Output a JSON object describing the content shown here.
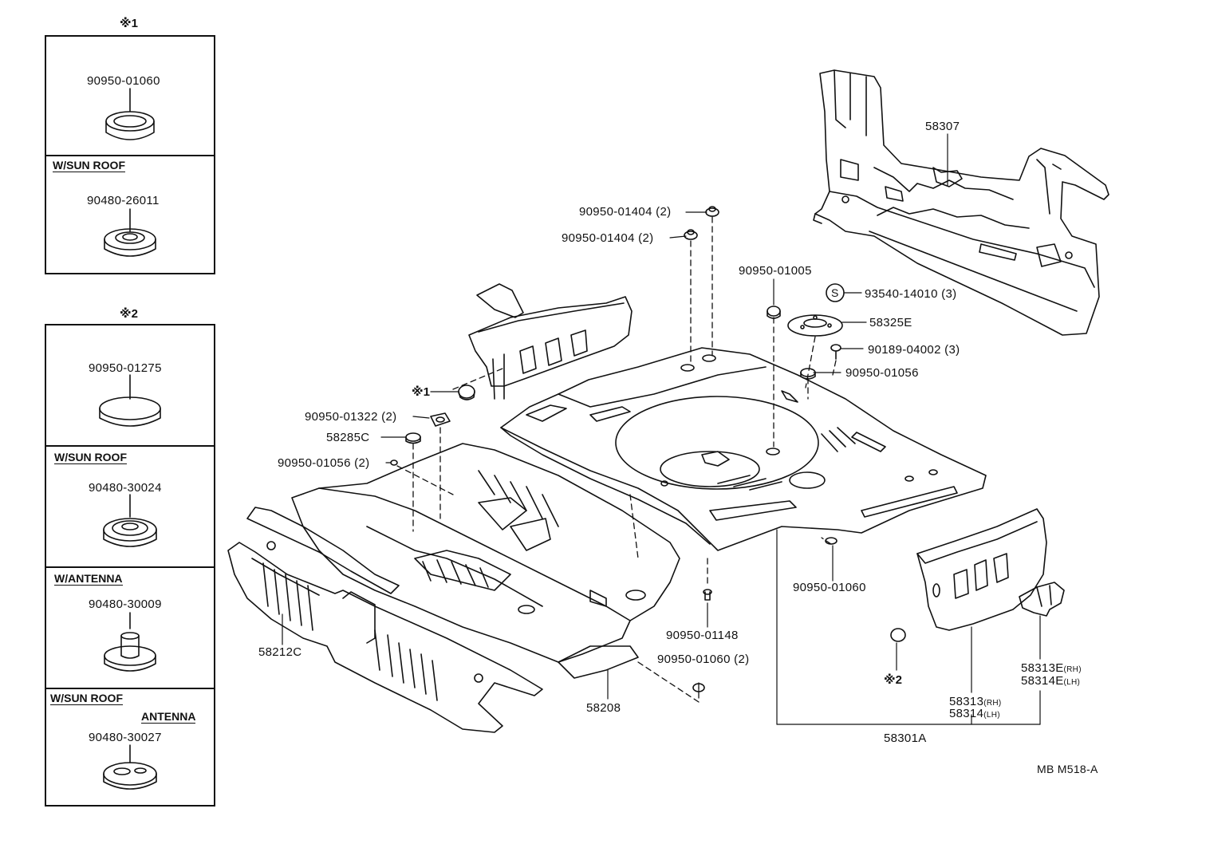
{
  "legend_boxes": {
    "mark1": {
      "title": "※1",
      "sections": [
        {
          "condition": "",
          "condition2": "",
          "part": "90950-01060"
        },
        {
          "condition": "W/SUN ROOF",
          "condition2": "",
          "part": "90480-26011"
        }
      ]
    },
    "mark2": {
      "title": "※2",
      "sections": [
        {
          "condition": "",
          "condition2": "",
          "part": "90950-01275"
        },
        {
          "condition": "W/SUN ROOF",
          "condition2": "",
          "part": "90480-30024"
        },
        {
          "condition": "W/ANTENNA",
          "condition2": "",
          "part": "90480-30009"
        },
        {
          "condition": "W/SUN ROOF",
          "condition2": "ANTENNA",
          "part": "90480-30027"
        }
      ]
    }
  },
  "callouts": {
    "p58307": "58307",
    "p93540": "93540-14010 (3)",
    "s_mark": "S",
    "p58325E": "58325E",
    "p90189": "90189-04002 (3)",
    "p90950_01056_b": "90950-01056",
    "p90950_01005": "90950-01005",
    "p90950_01404_a": "90950-01404 (2)",
    "p90950_01404_b": "90950-01404 (2)",
    "mark1_ref": "※1",
    "p90950_01322": "90950-01322 (2)",
    "p58285C": "58285C",
    "p90950_01056_a": "90950-01056 (2)",
    "p90950_01060_a": "90950-01060",
    "p90950_01148": "90950-01148",
    "p90950_01060_b": "90950-01060 (2)",
    "p58212C": "58212C",
    "p58208": "58208",
    "mark2_ref": "※2",
    "p58313": "58313",
    "p58313_side": "(RH)",
    "p58314": "58314",
    "p58314_side": "(LH)",
    "p58313E": "58313E",
    "p58313E_side": "(RH)",
    "p58314E": "58314E",
    "p58314E_side": "(LH)",
    "p58301A": "58301A"
  },
  "drawing_code": "MB M518-A"
}
